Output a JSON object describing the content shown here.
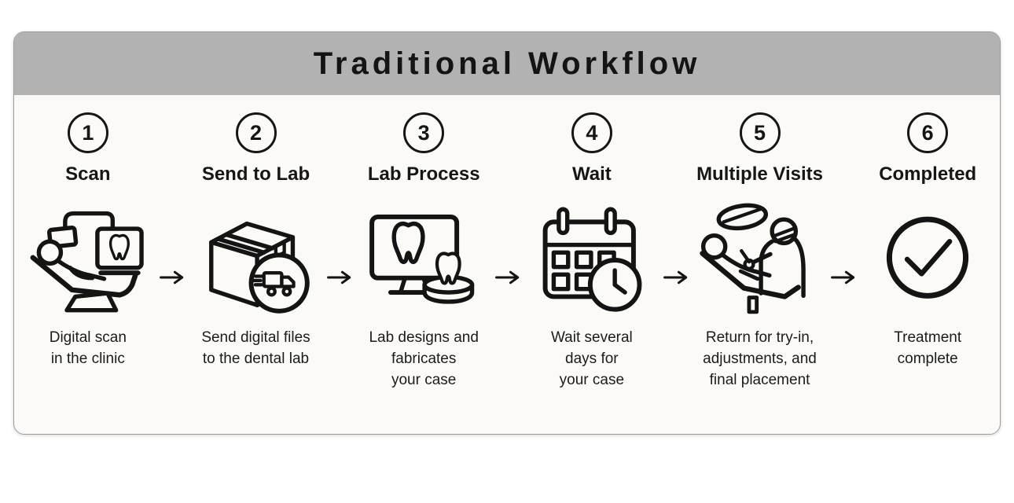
{
  "theme": {
    "page_bg": "#ffffff",
    "card_bg": "#fbfaf7",
    "header_bg": "#b2b2b2",
    "border": "#9c9c9c",
    "ink": "#161616"
  },
  "header": {
    "title": "Traditional Workflow"
  },
  "arrow_icon": "right-arrow",
  "steps": [
    {
      "number": "1",
      "title": "Scan",
      "icon": "dental-scan-chair-icon",
      "description": "Digital scan\nin the clinic"
    },
    {
      "number": "2",
      "title": "Send to Lab",
      "icon": "shipping-box-truck-icon",
      "description": "Send digital files\nto the dental lab"
    },
    {
      "number": "3",
      "title": "Lab Process",
      "icon": "monitor-tooth-model-icon",
      "description": "Lab designs and\nfabricates\nyour case"
    },
    {
      "number": "4",
      "title": "Wait",
      "icon": "calendar-clock-icon",
      "description": "Wait several\ndays for\nyour case"
    },
    {
      "number": "5",
      "title": "Multiple Visits",
      "icon": "dentist-visit-chair-icon",
      "description": "Return for try-in,\nadjustments, and\nfinal placement"
    },
    {
      "number": "6",
      "title": "Completed",
      "icon": "check-circle-icon",
      "description": "Treatment\ncomplete"
    }
  ]
}
